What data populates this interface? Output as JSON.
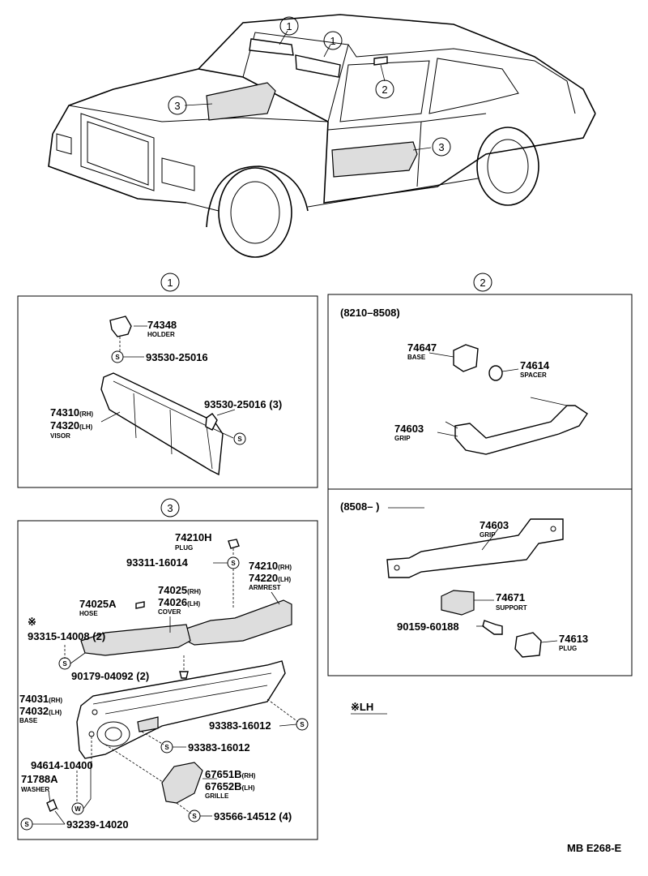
{
  "callouts": {
    "c1": "1",
    "c2": "2",
    "c3": "3"
  },
  "sec2": {
    "period1": "(8210–8508)",
    "period2": "(8508–      )"
  },
  "parts": {
    "p74348": {
      "num": "74348",
      "cap": "HOLDER"
    },
    "p93530a": {
      "num": "93530-25016"
    },
    "p74310": {
      "num": "74310",
      "suf": "(RH)"
    },
    "p74320": {
      "num": "74320",
      "suf": "(LH)",
      "cap": "VISOR"
    },
    "p93530b": {
      "num": "93530-25016",
      "qty": "(3)"
    },
    "p74647": {
      "num": "74647",
      "cap": "BASE"
    },
    "p74614": {
      "num": "74614",
      "cap": "SPACER"
    },
    "p74603a": {
      "num": "74603",
      "cap": "GRIP"
    },
    "p74603b": {
      "num": "74603",
      "cap": "GRIP"
    },
    "p74671": {
      "num": "74671",
      "cap": "SUPPORT"
    },
    "p90159": {
      "num": "90159-60188"
    },
    "p74613": {
      "num": "74613",
      "cap": "PLUG"
    },
    "p74210H": {
      "num": "74210H",
      "cap": "PLUG"
    },
    "p93311": {
      "num": "93311-16014"
    },
    "p74210": {
      "num": "74210",
      "suf": "(RH)"
    },
    "p74220": {
      "num": "74220",
      "suf": "(LH)",
      "cap": "ARMREST"
    },
    "p74025": {
      "num": "74025",
      "suf": "(RH)"
    },
    "p74026": {
      "num": "74026",
      "suf": "(LH)",
      "cap": "COVER"
    },
    "p74025A": {
      "num": "74025A",
      "cap": "HOSE"
    },
    "p93315": {
      "mark": "※",
      "num": "93315-14008",
      "qty": "(2)"
    },
    "p90179": {
      "num": "90179-04092",
      "qty": "(2)"
    },
    "p74031": {
      "num": "74031",
      "suf": "(RH)"
    },
    "p74032": {
      "num": "74032",
      "suf": "(LH)",
      "cap": "BASE"
    },
    "p93383a": {
      "num": "93383-16012"
    },
    "p93383b": {
      "num": "93383-16012"
    },
    "p94614": {
      "num": "94614-10400"
    },
    "p71788A": {
      "num": "71788A",
      "cap": "WASHER"
    },
    "p67651B": {
      "num": "67651B",
      "suf": "(RH)"
    },
    "p67652B": {
      "num": "67652B",
      "suf": "(LH)",
      "cap": "GRILLE"
    },
    "p93566": {
      "num": "93566-14512",
      "qty": "(4)"
    },
    "p93239": {
      "num": "93239-14020"
    }
  },
  "symbols": {
    "s": "S",
    "w": "W"
  },
  "note_lh": "※LH",
  "diagram_code": "MB E268-E"
}
